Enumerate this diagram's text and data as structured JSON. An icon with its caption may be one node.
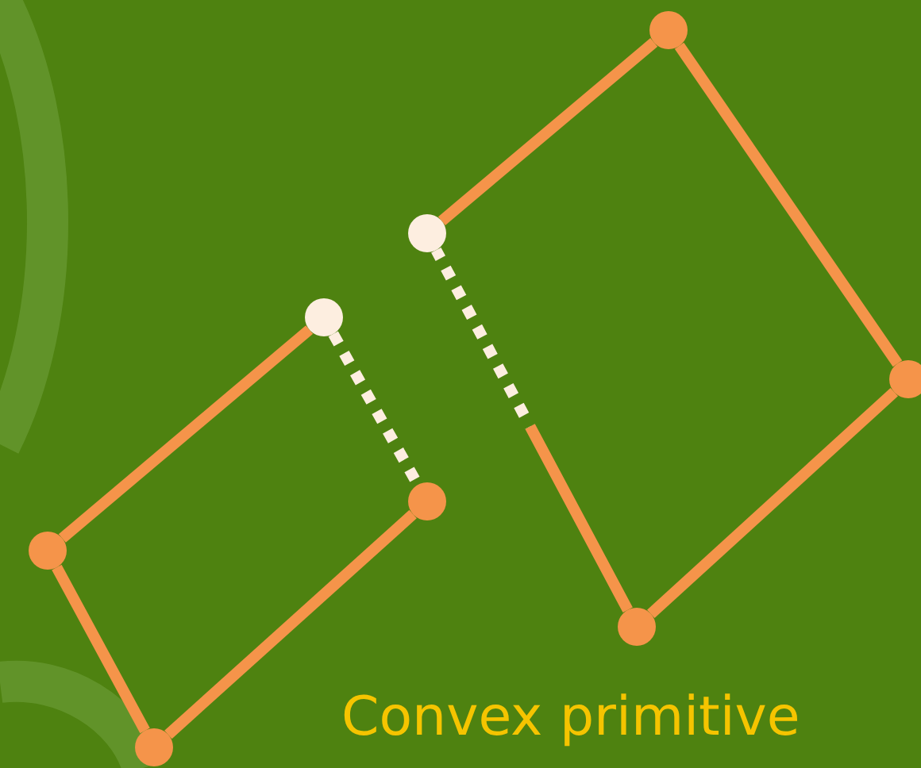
{
  "diagram": {
    "nodes": [
      {
        "text": [],
        "shape": "circle"
      },
      {
        "text": [],
        "shape": "circle"
      },
      {
        "text": [],
        "shape": "circle"
      },
      {
        "text": [],
        "shape": "circle"
      },
      {
        "text": [],
        "shape": "circle"
      },
      {
        "text": [],
        "shape": "circle"
      },
      {
        "text": [],
        "shape": "circle"
      },
      {
        "text": [],
        "shape": "circle"
      }
    ],
    "edges": [
      {
        "from": 0,
        "to": 1,
        "arrow": "none",
        "style": "dashed",
        "color": "#fdeee0"
      },
      {
        "from": 1,
        "to": 2,
        "arrow": "none"
      },
      {
        "from": 2,
        "to": 3,
        "arrow": "none"
      },
      {
        "from": 3,
        "to": 0,
        "arrow": "none"
      },
      {
        "from": 4,
        "to": 5,
        "arrow": "none"
      },
      {
        "from": 5,
        "to": 6,
        "arrow": "none"
      },
      {
        "from": 6,
        "to": 7,
        "arrow": "none"
      },
      {
        "from": 7,
        "to": 4,
        "arrow": "none",
        "style": "dashed",
        "color": "#fdeee0"
      }
    ],
    "labels": [
      "Convex primitive"
    ]
  }
}
